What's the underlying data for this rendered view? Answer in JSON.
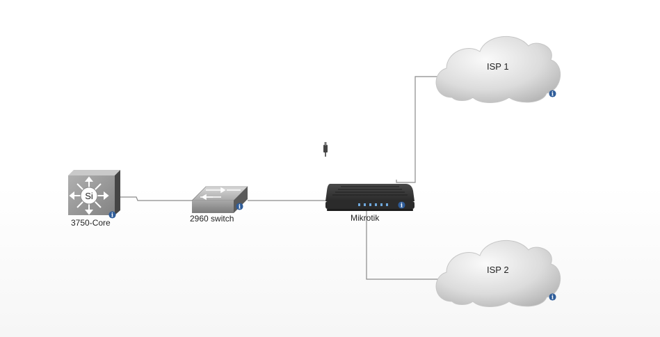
{
  "nodes": {
    "core": {
      "label": "3750-Core",
      "icon": "layer3-switch-icon",
      "badge": "Si"
    },
    "switch": {
      "label": "2960 switch",
      "icon": "workgroup-switch-icon"
    },
    "router": {
      "label": "Mikrotik",
      "icon": "router-icon"
    },
    "isp1": {
      "label": "ISP 1",
      "icon": "cloud-icon"
    },
    "isp2": {
      "label": "ISP 2",
      "icon": "cloud-icon"
    }
  },
  "info_glyph": "i",
  "colors": {
    "link": "#8a8a8a",
    "info": "#2f5d9a",
    "router_body": "#3a3a3a",
    "router_leds": "#6fa8dc",
    "cloud_light": "#f4f4f4",
    "cloud_dark": "#b8b8b8"
  }
}
